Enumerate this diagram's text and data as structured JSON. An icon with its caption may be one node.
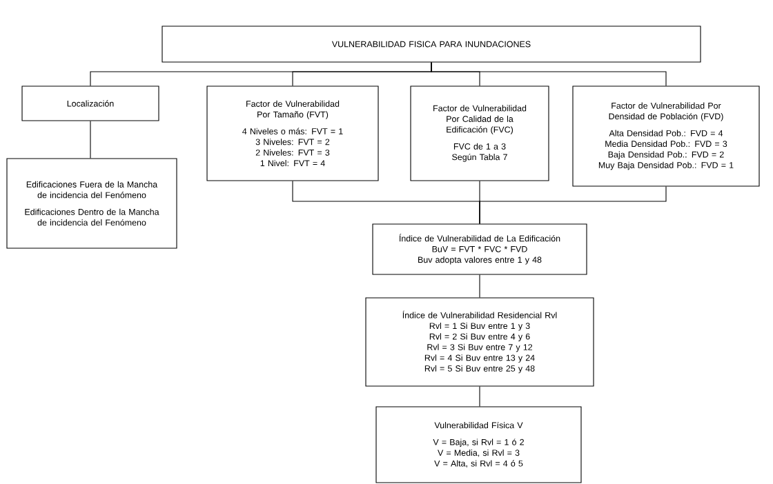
{
  "diagram": {
    "nodes": [
      {
        "text": [
          "VULNERABILIDAD FISICA PARA INUNDACIONES"
        ]
      },
      {
        "text": [
          "Localización"
        ]
      },
      {
        "text": [
          "Factor de Vulnerabilidad Por Tamaño (FVT)",
          "4 Niveles o más: FVT = 1",
          "3 Niveles: FVT = 2",
          "2 Niveles: FVT = 3",
          "1 Nivel: FVT = 4"
        ]
      },
      {
        "text": [
          "Factor de Vulnerabilidad Por Calidad de la Edificación (FVC)",
          "FVC de 1 a 3",
          "Según Tabla 7"
        ]
      },
      {
        "text": [
          "Factor de Vulnerabilidad Por Densidad de Población (FVD)",
          "Alta Densidad Pob.: FVD = 4",
          "Media Densidad Pob.: FVD = 3",
          "Baja Densidad Pob.: FVD = 2",
          "Muy Baja Densidad Pob.: FVD = 1"
        ]
      },
      {
        "text": [
          "Edificaciones Fuera de la Mancha de incidencia del Fenómeno",
          "Edificaciones Dentro de la Mancha de incidencia del Fenómeno"
        ]
      },
      {
        "text": [
          "Índice de Vulnerabilidad de La Edificación",
          "BuV = FVT * FVC * FVD",
          "Buv adopta valores entre 1 y 48"
        ]
      },
      {
        "text": [
          "Índice de Vulnerabilidad Residencial Rvl",
          "Rvl = 1 Si Buv entre 1 y 3",
          "Rvl = 2 Si Buv entre 4 y 6",
          "Rvl = 3 Si Buv entre 7 y 12",
          "Rvl = 4 Si Buv entre 13 y 24",
          "Rvl = 5 Si Buv entre 25 y 48"
        ]
      },
      {
        "text": [
          "Vulnerabilidad Física V",
          "V = Baja, si Rvl = 1 ó 2",
          "V = Media, si Rvl = 3",
          "V = Alta, si Rvl = 4 ó 5"
        ]
      }
    ],
    "edges": [
      {
        "from": 0,
        "to": 1,
        "arrow": "none"
      },
      {
        "from": 0,
        "to": 2,
        "arrow": "none"
      },
      {
        "from": 0,
        "to": 3,
        "arrow": "none"
      },
      {
        "from": 0,
        "to": 4,
        "arrow": "none"
      },
      {
        "from": 1,
        "to": 5,
        "arrow": "none"
      },
      {
        "from": 2,
        "to": 6,
        "arrow": "none"
      },
      {
        "from": 3,
        "to": 6,
        "arrow": "none"
      },
      {
        "from": 4,
        "to": 6,
        "arrow": "none"
      },
      {
        "from": 6,
        "to": 7,
        "arrow": "none"
      },
      {
        "from": 7,
        "to": 8,
        "arrow": "none"
      }
    ]
  }
}
